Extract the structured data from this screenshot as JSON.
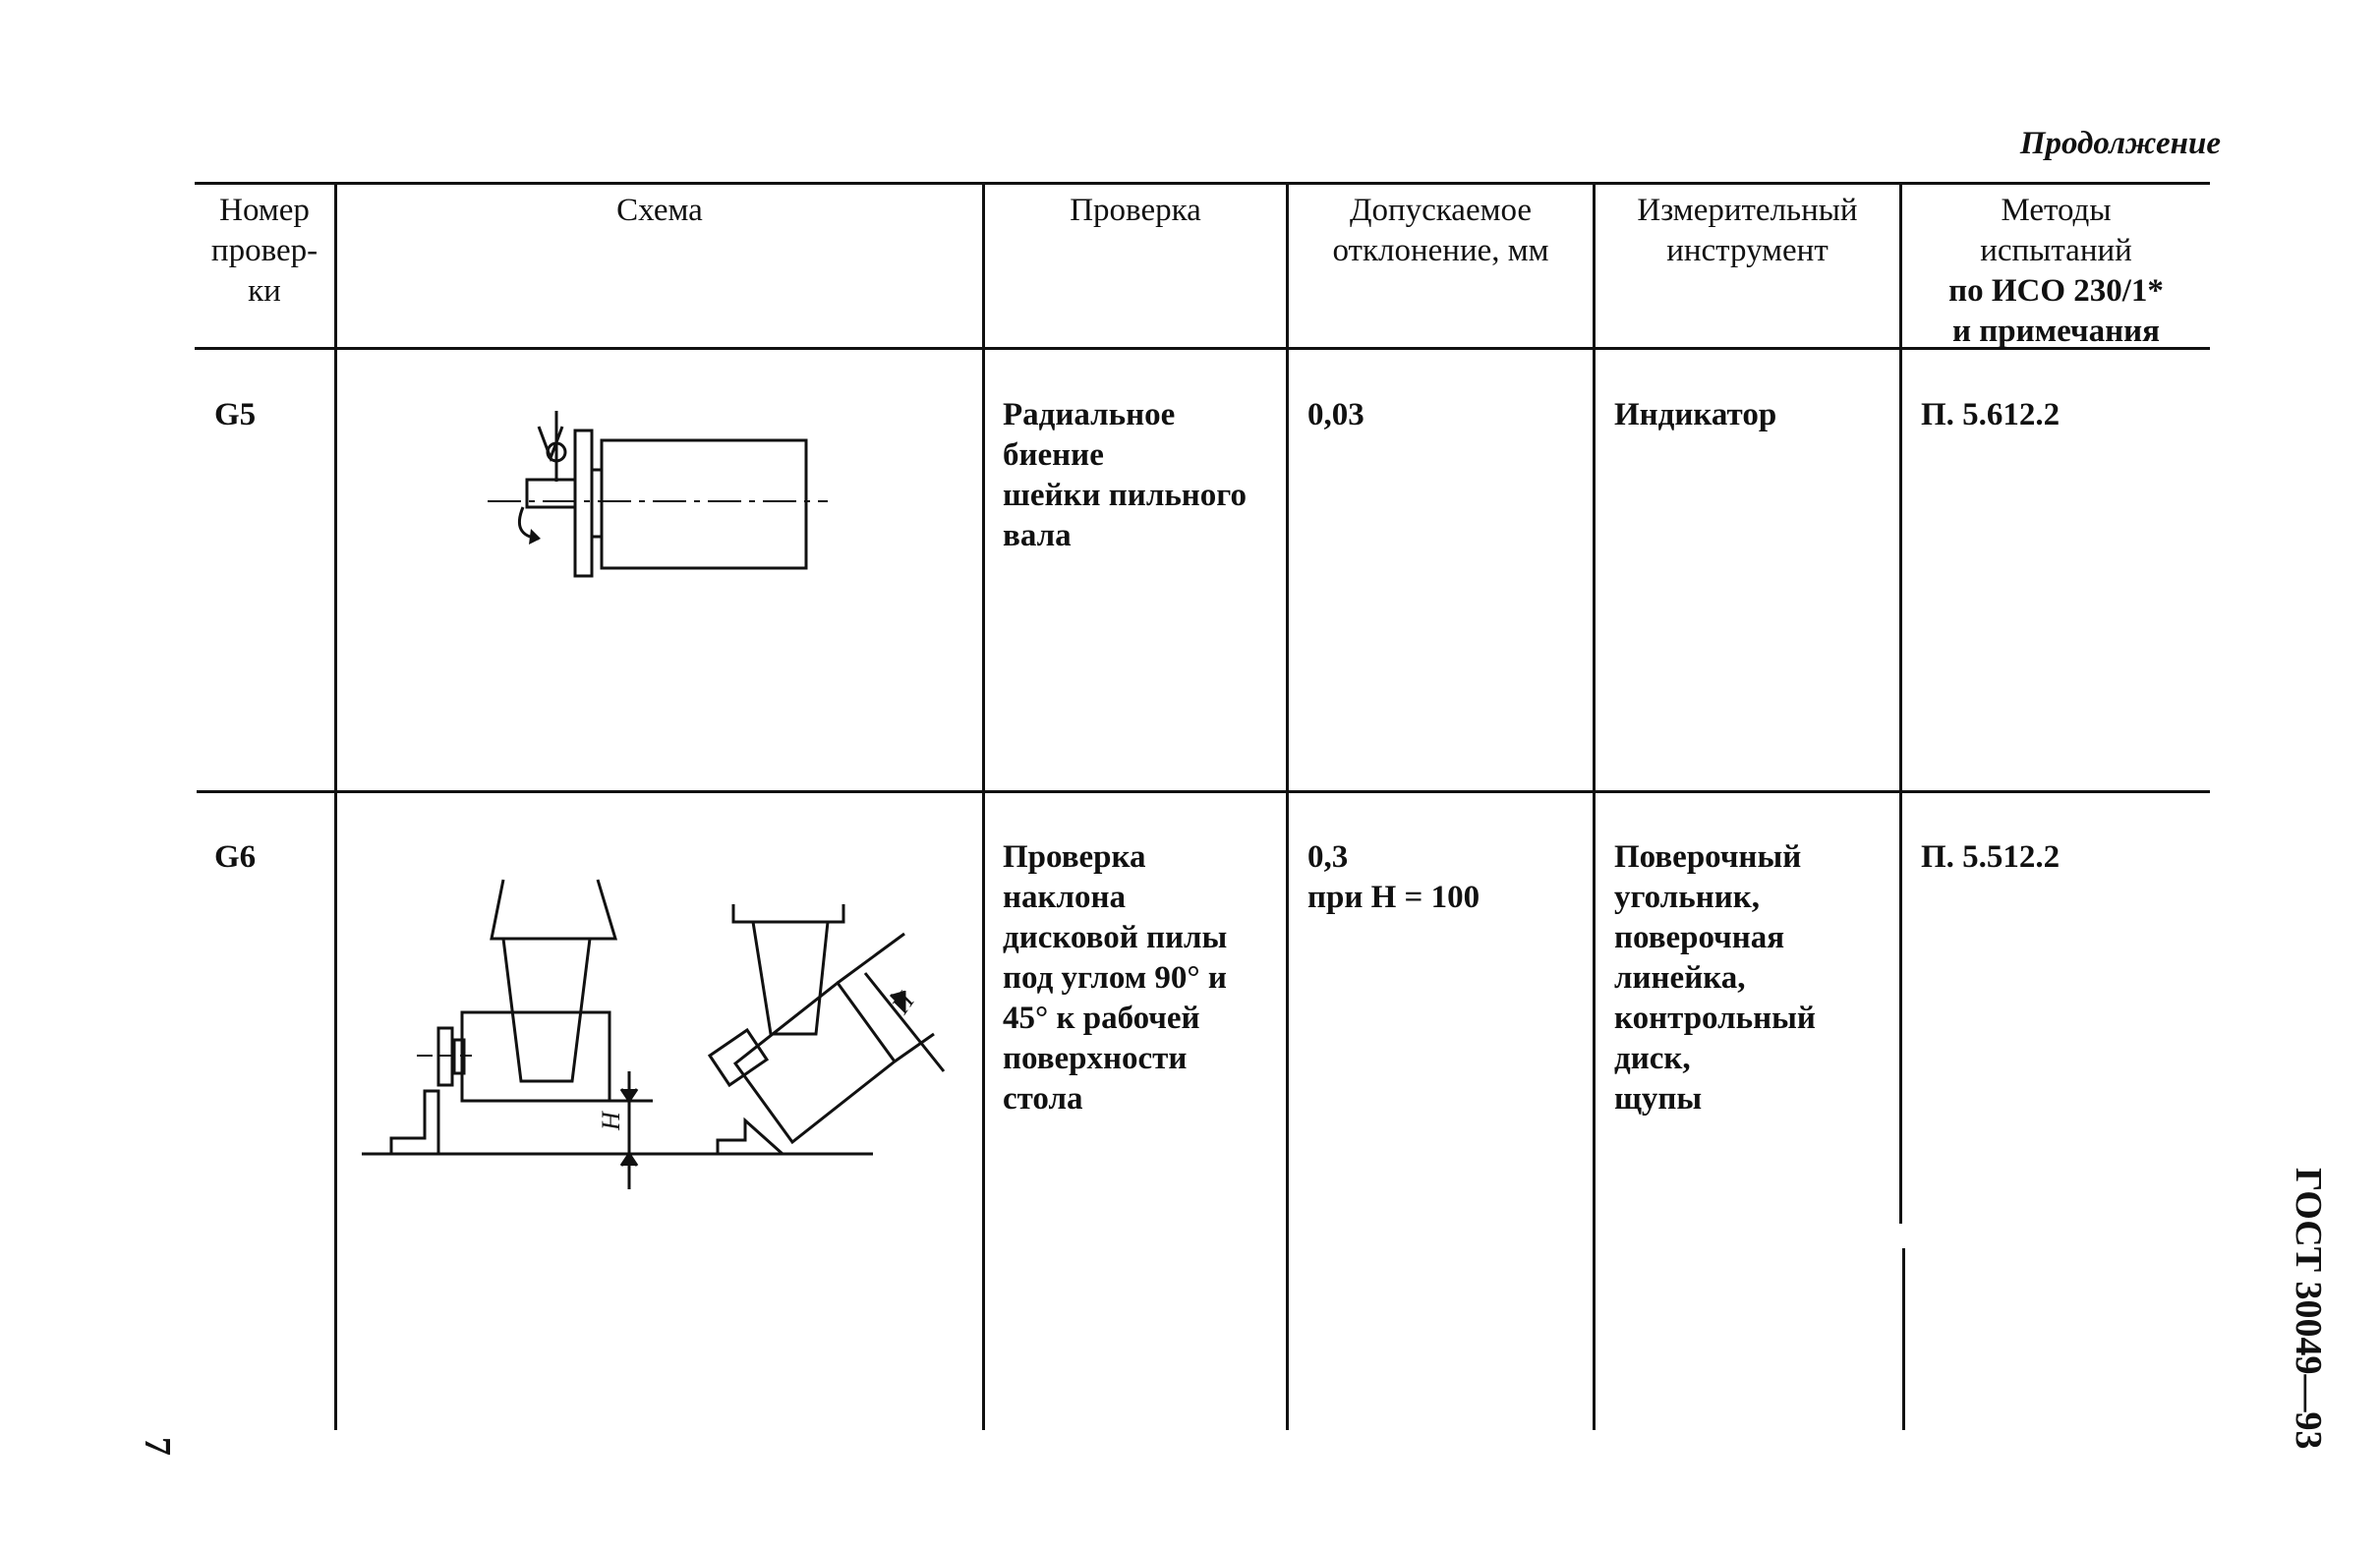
{
  "continuation": "Продолжение",
  "header": {
    "number": [
      "Номер",
      "провер-",
      "ки"
    ],
    "scheme": [
      "Схема"
    ],
    "check": [
      "Проверка"
    ],
    "tolerance": [
      "Допускаемое",
      "отклонение,  мм"
    ],
    "instrument": [
      "Измерительный",
      "инструмент"
    ],
    "methods": [
      "Методы",
      "испытаний",
      "по  ИСО  230/1*",
      "и  примечания"
    ]
  },
  "rows": [
    {
      "number": "G5",
      "check": [
        "Радиальное",
        "биение",
        "шейки  пильного",
        "вала"
      ],
      "tolerance": [
        "0,03"
      ],
      "instrument": [
        "Индикатор"
      ],
      "methods": [
        "П.  5.612.2"
      ]
    },
    {
      "number": "G6",
      "check": [
        "Проверка",
        "наклона",
        "дисковой  пилы",
        "под  углом  90°  и",
        "45°  к  рабочей",
        "поверхности",
        "стола"
      ],
      "tolerance": [
        "0,3",
        "при  H  =  100"
      ],
      "instrument": [
        "Поверочный",
        "угольник,",
        "поверочная",
        "линейка,",
        "контрольный",
        "диск,",
        "щупы"
      ],
      "methods": [
        "П.  5.512.2"
      ]
    }
  ],
  "diagram_labels": {
    "h_left": "H",
    "h_right": "H"
  },
  "side_code": "ГОСТ 30049—93",
  "page_number": "7"
}
